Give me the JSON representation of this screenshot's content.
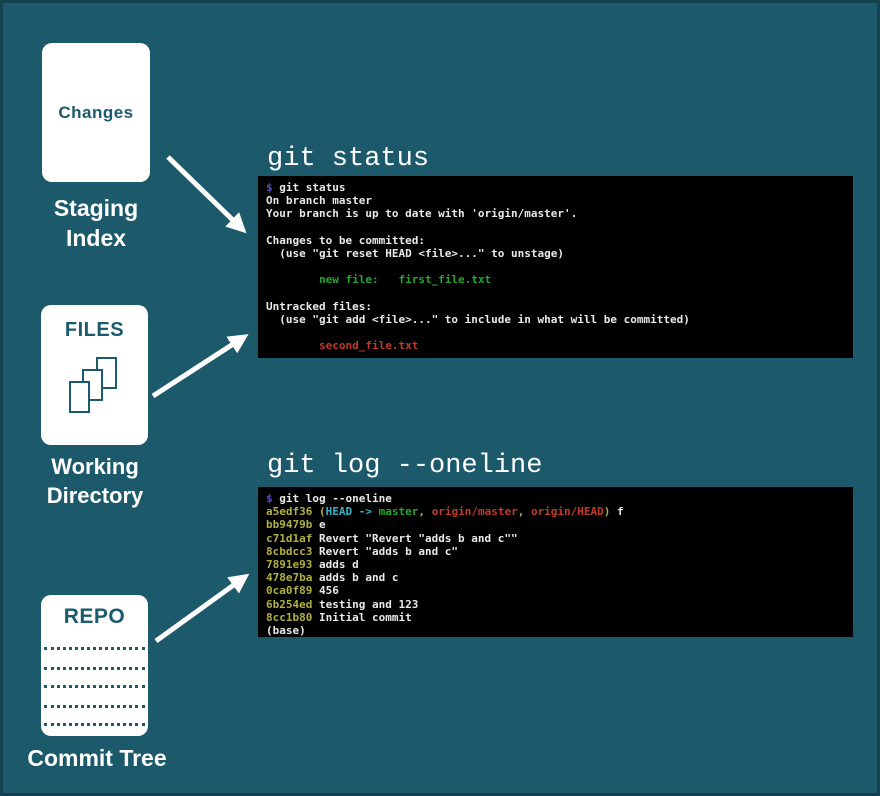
{
  "colors": {
    "background": "#1c5a6b",
    "edge_shadow": "#15404f",
    "box_fill": "#ffffff",
    "box_text": "#1b5b6d",
    "caption_text": "#ffffff",
    "terminal_bg": "#000000",
    "arrow": "#ffffff"
  },
  "palette": {
    "white": "#e9e9e9",
    "violet": "#5b49c9",
    "yellow": "#b1b042",
    "green": "#27a62e",
    "red": "#c23b2b",
    "cyan": "#35b5c7"
  },
  "boxes": {
    "changes": {
      "label": "Changes",
      "caption_lines": [
        "Staging",
        "Index"
      ]
    },
    "files": {
      "label": "FILES",
      "caption_lines": [
        "Working",
        "Directory"
      ],
      "icon": "stacked-pages-icon"
    },
    "repo": {
      "label": "REPO",
      "caption_lines": [
        "Commit Tree"
      ],
      "icon": "dotted-rows-icon"
    }
  },
  "sections": {
    "status": {
      "title": "git status"
    },
    "log": {
      "title": "git log --oneline"
    }
  },
  "terminals": {
    "status": {
      "lines": [
        [
          {
            "c": "violet",
            "t": "$"
          },
          {
            "c": "white",
            "t": " git status"
          }
        ],
        [
          {
            "c": "white",
            "t": "On branch master"
          }
        ],
        [
          {
            "c": "white",
            "t": "Your branch is up to date with 'origin/master'."
          }
        ],
        [],
        [
          {
            "c": "white",
            "t": "Changes to be committed:"
          }
        ],
        [
          {
            "c": "white",
            "t": "  (use \"git reset HEAD <file>...\" to unstage)"
          }
        ],
        [],
        [
          {
            "c": "green",
            "t": "        new file:   first_file.txt"
          }
        ],
        [],
        [
          {
            "c": "white",
            "t": "Untracked files:"
          }
        ],
        [
          {
            "c": "white",
            "t": "  (use \"git add <file>...\" to include in what will be committed)"
          }
        ],
        [],
        [
          {
            "c": "red",
            "t": "        second_file.txt"
          }
        ]
      ]
    },
    "log": {
      "lines": [
        [
          {
            "c": "violet",
            "t": "$"
          },
          {
            "c": "white",
            "t": " git log --oneline"
          }
        ],
        [
          {
            "c": "yellow",
            "t": "a5edf36 ("
          },
          {
            "c": "cyan",
            "t": "HEAD -> "
          },
          {
            "c": "green",
            "t": "master"
          },
          {
            "c": "yellow",
            "t": ", "
          },
          {
            "c": "red",
            "t": "origin/master"
          },
          {
            "c": "yellow",
            "t": ", "
          },
          {
            "c": "red",
            "t": "origin/HEAD"
          },
          {
            "c": "yellow",
            "t": ") "
          },
          {
            "c": "white",
            "t": "f"
          }
        ],
        [
          {
            "c": "yellow",
            "t": "bb9479b"
          },
          {
            "c": "white",
            "t": " e"
          }
        ],
        [
          {
            "c": "yellow",
            "t": "c71d1af"
          },
          {
            "c": "white",
            "t": " Revert \"Revert \"adds b and c\"\""
          }
        ],
        [
          {
            "c": "yellow",
            "t": "8cbdcc3"
          },
          {
            "c": "white",
            "t": " Revert \"adds b and c\""
          }
        ],
        [
          {
            "c": "yellow",
            "t": "7891e93"
          },
          {
            "c": "white",
            "t": " adds d"
          }
        ],
        [
          {
            "c": "yellow",
            "t": "478e7ba"
          },
          {
            "c": "white",
            "t": " adds b and c"
          }
        ],
        [
          {
            "c": "yellow",
            "t": "0ca0f89"
          },
          {
            "c": "white",
            "t": " 456"
          }
        ],
        [
          {
            "c": "yellow",
            "t": "6b254ed"
          },
          {
            "c": "white",
            "t": " testing and 123"
          }
        ],
        [
          {
            "c": "yellow",
            "t": "8cc1b80"
          },
          {
            "c": "white",
            "t": " Initial commit"
          }
        ],
        [
          {
            "c": "white",
            "t": "(base)"
          }
        ]
      ]
    }
  }
}
